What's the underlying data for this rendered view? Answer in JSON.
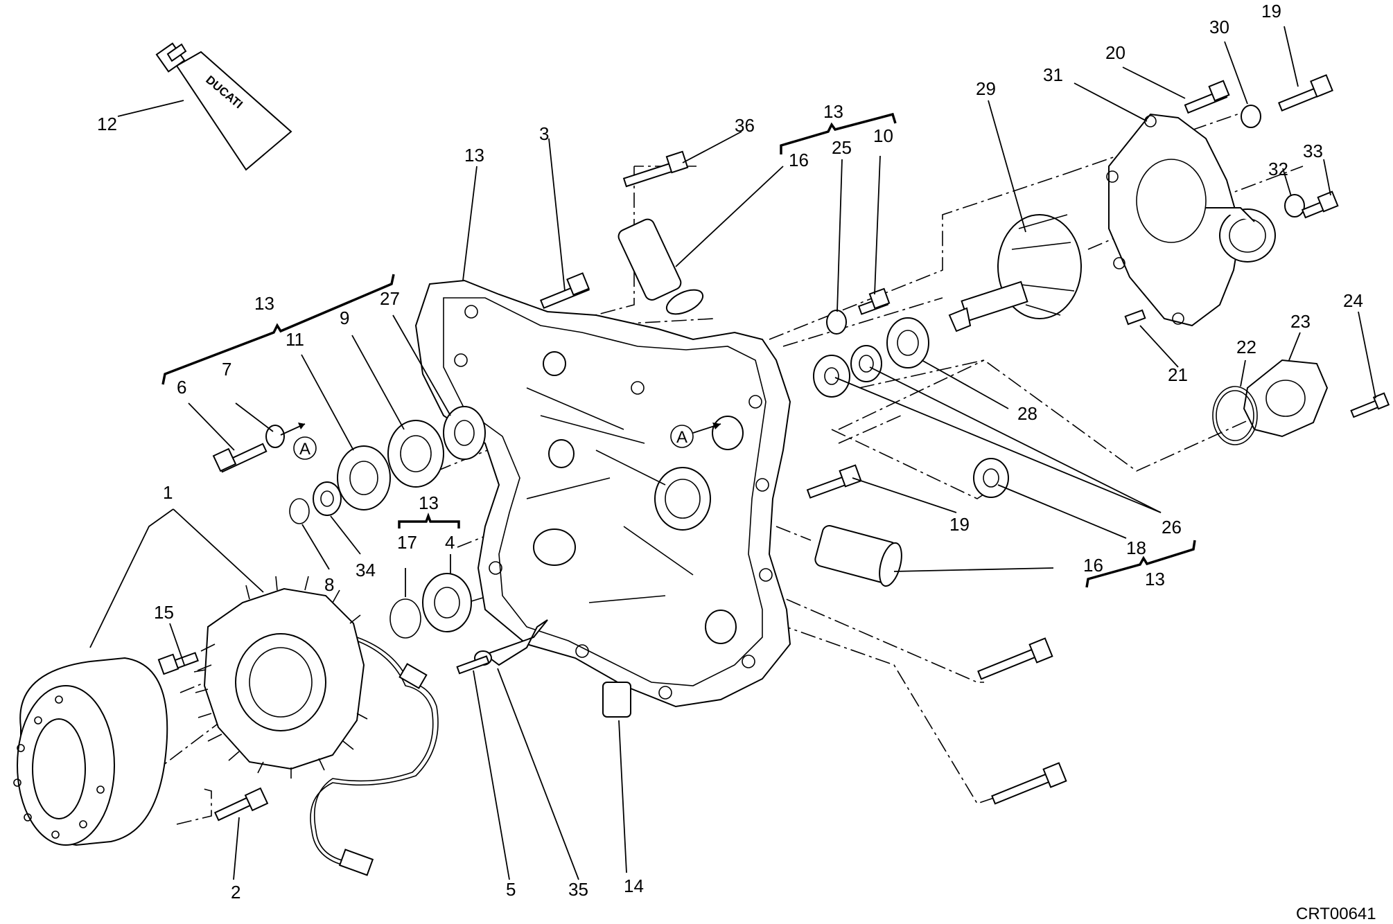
{
  "callouts": {
    "c1": "1",
    "c2": "2",
    "c3": "3",
    "c4": "4",
    "c5": "5",
    "c6": "6",
    "c7": "7",
    "c8": "8",
    "c9": "9",
    "c10": "10",
    "c11": "11",
    "c12": "12",
    "c13a": "13",
    "c13b": "13",
    "c13c": "13",
    "c13d": "13",
    "c13e": "13",
    "c14": "14",
    "c15": "15",
    "c16a": "16",
    "c16b": "16",
    "c17": "17",
    "c18": "18",
    "c19a": "19",
    "c19b": "19",
    "c20": "20",
    "c21": "21",
    "c22": "22",
    "c23": "23",
    "c24": "24",
    "c25": "25",
    "c26": "26",
    "c27": "27",
    "c28": "28",
    "c29": "29",
    "c30": "30",
    "c31": "31",
    "c32": "32",
    "c33": "33",
    "c34": "34",
    "c35": "35",
    "c36": "36"
  },
  "markers": {
    "a1": "A",
    "a2": "A"
  },
  "tube_label": "DUCATI",
  "drawing_code": "CRT00641"
}
